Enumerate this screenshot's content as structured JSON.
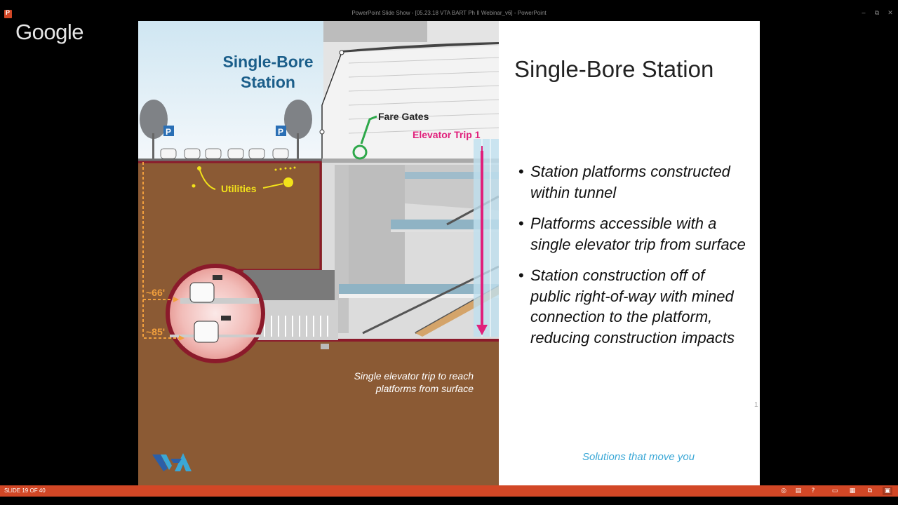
{
  "window": {
    "title": "PowerPoint Slide Show - [05.23.18 VTA BART Ph II Webinar_v6] - PowerPoint",
    "app_icon": "powerpoint-icon",
    "minimize_icon": "minimize-icon",
    "restore_icon": "restore-icon",
    "close_icon": "close-icon"
  },
  "watermark": "Google",
  "slide": {
    "title": "Single-Bore Station",
    "bullets": [
      "Station platforms constructed within tunnel",
      "Platforms accessible with a single elevator trip from surface",
      "Station construction off of public right-of-way with mined connection to the platform, reducing construction impacts"
    ],
    "bullet_char": "•",
    "page_number": "1",
    "tagline": "Solutions that move you",
    "illustration": {
      "title_line1": "Single-Bore",
      "title_line2": "Station",
      "fare_gates": "Fare Gates",
      "elevator_trip": "Elevator Trip 1",
      "utilities": "Utilities",
      "depth_66": "~66'",
      "depth_85": "~85'",
      "caption": "Single elevator trip to reach platforms from surface",
      "parking_sign": "P"
    },
    "logo": "vta-logo"
  },
  "statusbar": {
    "slide_counter": "SLIDE 19 OF 40",
    "buttons": [
      "pointer-options-icon",
      "notes-icon",
      "help-icon",
      "normal-view-icon",
      "slide-sorter-icon",
      "reading-view-icon",
      "slideshow-icon"
    ]
  },
  "colors": {
    "status_bar": "#d24726",
    "soil": "#8b5a34",
    "title_blue": "#1b5e8a",
    "elevator_magenta": "#e0207b",
    "utilities_yellow": "#f2e21a",
    "depth_orange": "#f2a03d",
    "tagline_blue": "#3aa7d6"
  }
}
